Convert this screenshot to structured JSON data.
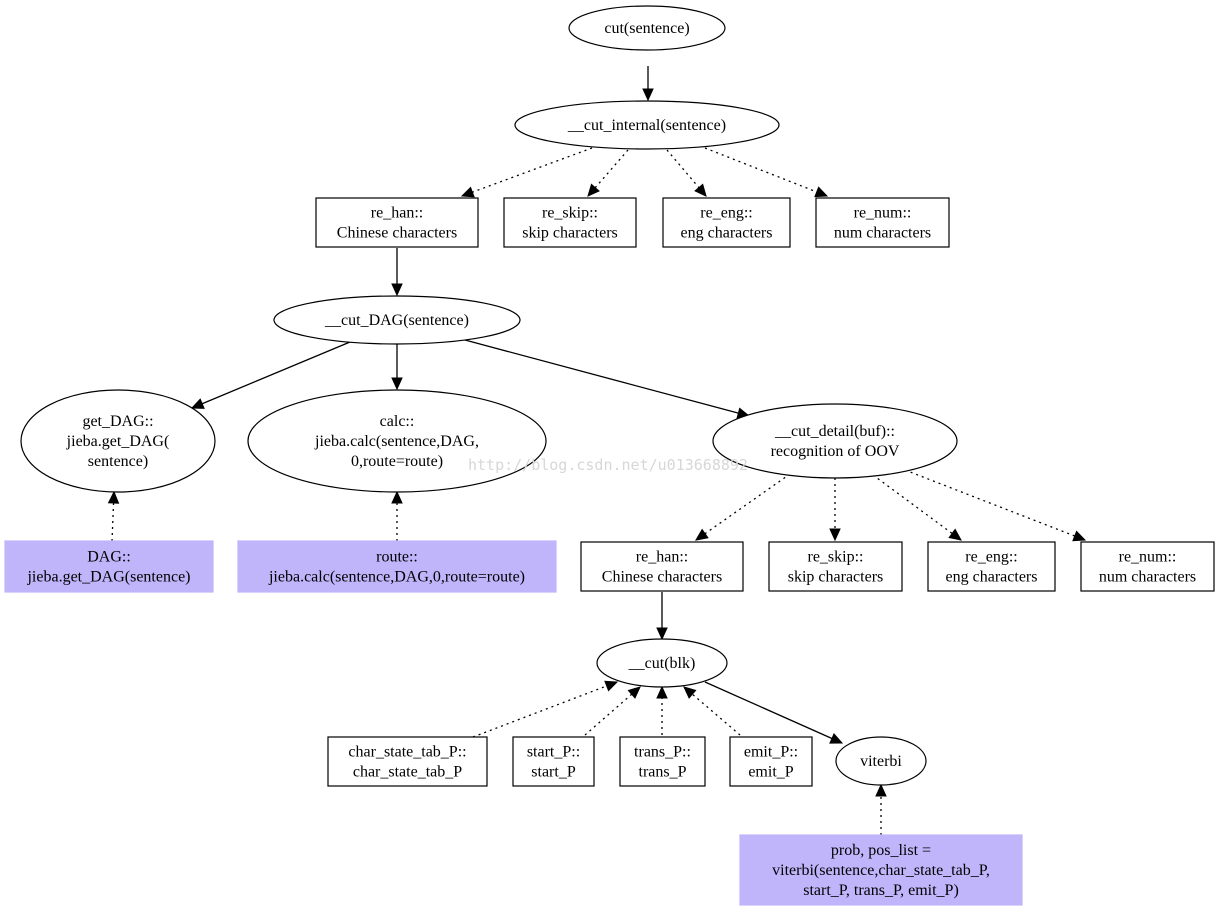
{
  "nodes": [
    {
      "id": "cut",
      "lines": [
        "cut(sentence)"
      ]
    },
    {
      "id": "cut_internal",
      "lines": [
        "__cut_internal(sentence)"
      ]
    },
    {
      "id": "re_han_1",
      "lines": [
        "re_han::",
        "Chinese characters"
      ]
    },
    {
      "id": "re_skip_1",
      "lines": [
        "re_skip::",
        "skip characters"
      ]
    },
    {
      "id": "re_eng_1",
      "lines": [
        "re_eng::",
        "eng characters"
      ]
    },
    {
      "id": "re_num_1",
      "lines": [
        "re_num::",
        "num characters"
      ]
    },
    {
      "id": "cut_dag",
      "lines": [
        "__cut_DAG(sentence)"
      ]
    },
    {
      "id": "get_dag",
      "lines": [
        "get_DAG::",
        "jieba.get_DAG(",
        "sentence)"
      ]
    },
    {
      "id": "calc",
      "lines": [
        "calc::",
        "jieba.calc(sentence,DAG,",
        "0,route=route)"
      ]
    },
    {
      "id": "cut_detail",
      "lines": [
        "__cut_detail(buf)::",
        "recognition of OOV"
      ]
    },
    {
      "id": "dag_data",
      "lines": [
        "DAG::",
        "jieba.get_DAG(sentence)"
      ]
    },
    {
      "id": "route_data",
      "lines": [
        "route::",
        "jieba.calc(sentence,DAG,0,route=route)"
      ]
    },
    {
      "id": "re_han_2",
      "lines": [
        "re_han::",
        "Chinese characters"
      ]
    },
    {
      "id": "re_skip_2",
      "lines": [
        "re_skip::",
        "skip characters"
      ]
    },
    {
      "id": "re_eng_2",
      "lines": [
        "re_eng::",
        "eng characters"
      ]
    },
    {
      "id": "re_num_2",
      "lines": [
        "re_num::",
        "num characters"
      ]
    },
    {
      "id": "cut_blk",
      "lines": [
        "__cut(blk)"
      ]
    },
    {
      "id": "char_state",
      "lines": [
        "char_state_tab_P::",
        "char_state_tab_P"
      ]
    },
    {
      "id": "start_p",
      "lines": [
        "start_P::",
        "start_P"
      ]
    },
    {
      "id": "trans_p",
      "lines": [
        "trans_P::",
        "trans_P"
      ]
    },
    {
      "id": "emit_p",
      "lines": [
        "emit_P::",
        "emit_P"
      ]
    },
    {
      "id": "viterbi",
      "lines": [
        "viterbi"
      ]
    },
    {
      "id": "viterbi_data",
      "lines": [
        "prob, pos_list =",
        "viterbi(sentence,char_state_tab_P,",
        "start_P, trans_P, emit_P)"
      ]
    }
  ],
  "edges": [
    {
      "from": "cut",
      "to": "cut_internal",
      "style": "solid"
    },
    {
      "from": "cut_internal",
      "to": "re_han_1",
      "style": "dotted"
    },
    {
      "from": "cut_internal",
      "to": "re_skip_1",
      "style": "dotted"
    },
    {
      "from": "cut_internal",
      "to": "re_eng_1",
      "style": "dotted"
    },
    {
      "from": "cut_internal",
      "to": "re_num_1",
      "style": "dotted"
    },
    {
      "from": "re_han_1",
      "to": "cut_dag",
      "style": "solid"
    },
    {
      "from": "cut_dag",
      "to": "get_dag",
      "style": "solid"
    },
    {
      "from": "cut_dag",
      "to": "calc",
      "style": "solid"
    },
    {
      "from": "cut_dag",
      "to": "cut_detail",
      "style": "solid"
    },
    {
      "from": "dag_data",
      "to": "get_dag",
      "style": "dotted"
    },
    {
      "from": "route_data",
      "to": "calc",
      "style": "dotted"
    },
    {
      "from": "cut_detail",
      "to": "re_han_2",
      "style": "dotted"
    },
    {
      "from": "cut_detail",
      "to": "re_skip_2",
      "style": "dotted"
    },
    {
      "from": "cut_detail",
      "to": "re_eng_2",
      "style": "dotted"
    },
    {
      "from": "cut_detail",
      "to": "re_num_2",
      "style": "dotted"
    },
    {
      "from": "re_han_2",
      "to": "cut_blk",
      "style": "solid"
    },
    {
      "from": "char_state",
      "to": "cut_blk",
      "style": "dotted"
    },
    {
      "from": "start_p",
      "to": "cut_blk",
      "style": "dotted"
    },
    {
      "from": "trans_p",
      "to": "cut_blk",
      "style": "dotted"
    },
    {
      "from": "emit_p",
      "to": "cut_blk",
      "style": "dotted"
    },
    {
      "from": "cut_blk",
      "to": "viterbi",
      "style": "solid"
    },
    {
      "from": "viterbi_data",
      "to": "viterbi",
      "style": "dotted"
    }
  ],
  "watermark": "http://blog.csdn.net/u013668892",
  "colors": {
    "data_fill": "#c0b4fa",
    "stroke": "#000000",
    "background": "#ffffff"
  }
}
